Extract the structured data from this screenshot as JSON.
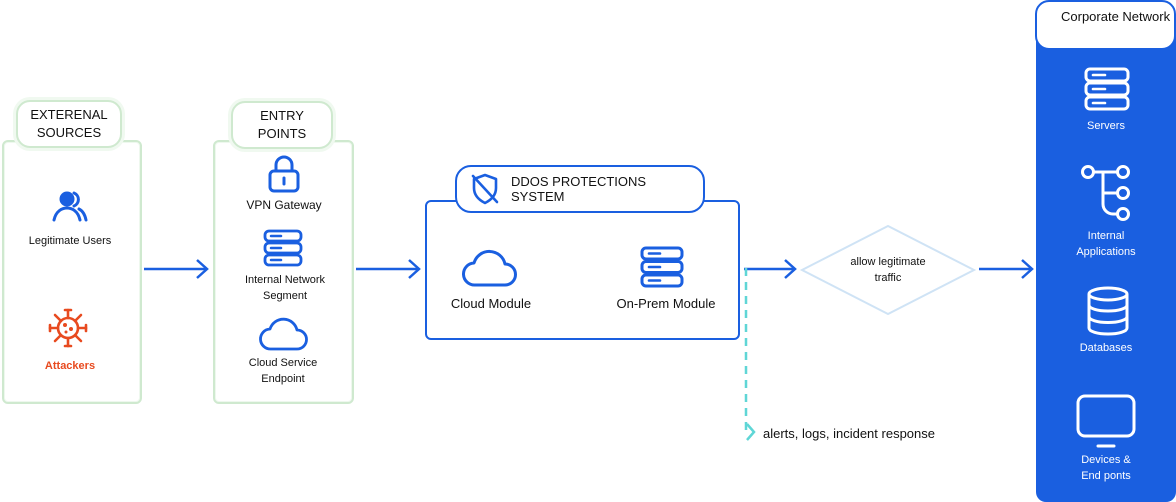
{
  "external_sources": {
    "title": "EXTERENAL SOURCES",
    "items": [
      {
        "label": "Legitimate Users",
        "icon": "users-icon"
      },
      {
        "label": "Attackers",
        "icon": "virus-icon",
        "color": "#e84a1f"
      }
    ]
  },
  "entry_points": {
    "title": "ENTRY POINTS",
    "items": [
      {
        "label": "VPN Gateway",
        "icon": "lock-icon"
      },
      {
        "label": "Internal Network Segment",
        "icon": "server-icon"
      },
      {
        "label": "Cloud Service Endpoint",
        "icon": "cloud-icon"
      }
    ]
  },
  "ddos_system": {
    "title": "DDOS PROTECTIONS SYSTEM",
    "icon": "shield-off-icon",
    "modules": [
      {
        "label": "Cloud Module",
        "icon": "cloud-icon"
      },
      {
        "label": "On-Prem Module",
        "icon": "server-icon"
      }
    ]
  },
  "decision": {
    "label": "allow legitimate traffic"
  },
  "side_output": {
    "label": "alerts, logs, incident response"
  },
  "corporate_network": {
    "title": "Corporate Network",
    "items": [
      {
        "label": "Servers",
        "icon": "server-icon"
      },
      {
        "label": "Internal Applications",
        "icon": "hierarchy-icon"
      },
      {
        "label": "Databases",
        "icon": "database-icon"
      },
      {
        "label": "Devices & End ponts",
        "icon": "monitor-icon"
      }
    ]
  },
  "colors": {
    "accent": "#1a5fe0",
    "panel_border": "#cfe9cf",
    "attacker": "#e84a1f",
    "dashed": "#5fd6d6"
  }
}
